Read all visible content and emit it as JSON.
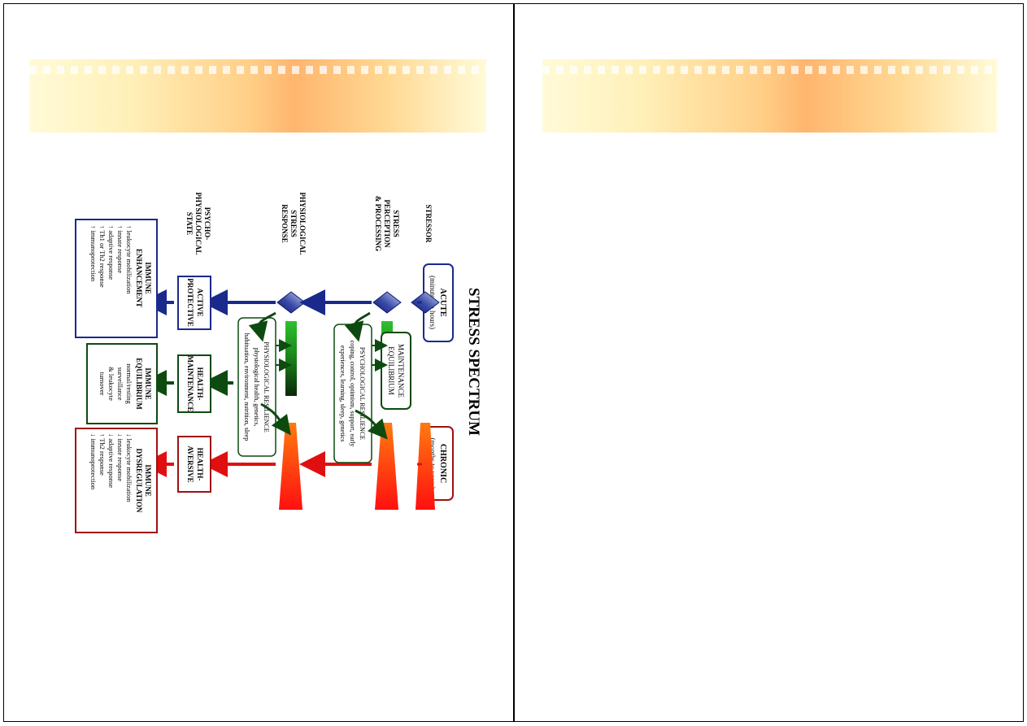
{
  "title": "STRESS SPECTRUM",
  "columns": {
    "stressor": [
      "STRESSOR"
    ],
    "perception": [
      "STRESS",
      "PERCEPTION",
      "& PROCESSING"
    ],
    "physiological": [
      "PHYSIOLOGICAL",
      "STRESS",
      "RESPONSE"
    ],
    "psycho": [
      "PSYCHO-",
      "PHYSIOLOGICAL",
      "STATE"
    ]
  },
  "acute": {
    "label": "ACUTE",
    "sub": "(minutes to hours)"
  },
  "chronic": {
    "label": "CHRONIC",
    "sub": "(months to years)"
  },
  "maintenance": [
    "MAINTENANCE",
    "EQUILIBRIUM"
  ],
  "psych_resilience": [
    "PSYCHOLOGICAL RESILIENCE",
    "coping, control, optimism, support, early",
    "experiences, learning, sleep, genetics"
  ],
  "phys_resilience": [
    "PHYSIOLOGICAL RESILIENCE",
    "physiological health, genetics,",
    "habituation, environment, nutrition, sleep"
  ],
  "states": {
    "active": [
      "ACTIVE",
      "PROTECTIVE"
    ],
    "health": [
      "HEALTH-",
      "MAINTENANCE"
    ],
    "aversive": [
      "HEALTH-",
      "AVERSIVE"
    ]
  },
  "outcomes": {
    "enhancement": [
      "IMMUNE",
      "ENHANCEMENT",
      "↑ leukocyte mobilization",
      "↑ innate response",
      "↑ adaptive response",
      "↑ Th1 or Th2 response",
      "↑ immunoprotection"
    ],
    "equilibrium": [
      "IMMUNE",
      "EQUILIBRIUM",
      "normal/resting",
      "surveillance",
      "& leukocyte",
      "turnover"
    ],
    "dysregulation": [
      "IMMUNE",
      "DYSREGULATION",
      "↓ leukocyte mobilization",
      "↓ innate response",
      "↓ adaptive response",
      "↑ Th2 response",
      "↓ immunoprotection"
    ]
  },
  "colors": {
    "blue": "#1a2a8c",
    "green": "#0d4a10",
    "red": "#a01010",
    "arrow_red": "#e01010"
  }
}
